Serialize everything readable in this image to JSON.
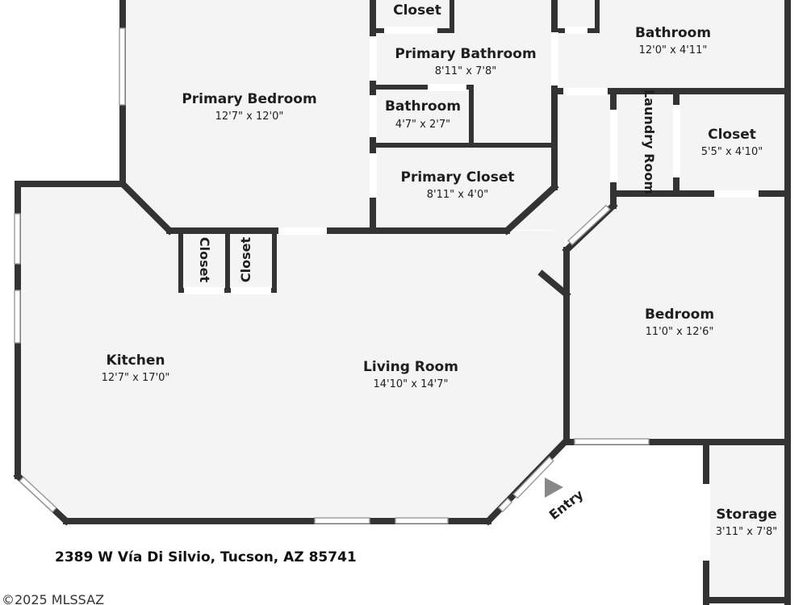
{
  "rooms": {
    "top_closet": {
      "name": "Closet"
    },
    "primary_bathroom": {
      "name": "Primary Bathroom",
      "dims": "8'11\" x 7'8\""
    },
    "bathroom_top": {
      "name": "Bathroom",
      "dims": "12'0\" x 4'11\""
    },
    "primary_bedroom": {
      "name": "Primary Bedroom",
      "dims": "12'7\" x 12'0\""
    },
    "bathroom_small": {
      "name": "Bathroom",
      "dims": "4'7\" x 2'7\""
    },
    "laundry": {
      "name": "Laundry Room"
    },
    "closet_right": {
      "name": "Closet",
      "dims": "5'5\" x 4'10\""
    },
    "primary_closet": {
      "name": "Primary Closet",
      "dims": "8'11\" x 4'0\""
    },
    "closet_a": {
      "name": "Closet"
    },
    "closet_b": {
      "name": "Closet"
    },
    "kitchen": {
      "name": "Kitchen",
      "dims": "12'7\" x 17'0\""
    },
    "living_room": {
      "name": "Living Room",
      "dims": "14'10\" x 14'7\""
    },
    "bedroom": {
      "name": "Bedroom",
      "dims": "11'0\" x 12'6\""
    },
    "storage": {
      "name": "Storage",
      "dims": "3'11\" x 7'8\""
    }
  },
  "entry_label": "Entry",
  "address": "2389 W Vía Di Silvio, Tucson, AZ 85741",
  "copyright": "©2025 MLSSAZ",
  "colors": {
    "wall": "#333333",
    "floor": "#f4f4f4",
    "text": "#1e1e1e"
  }
}
